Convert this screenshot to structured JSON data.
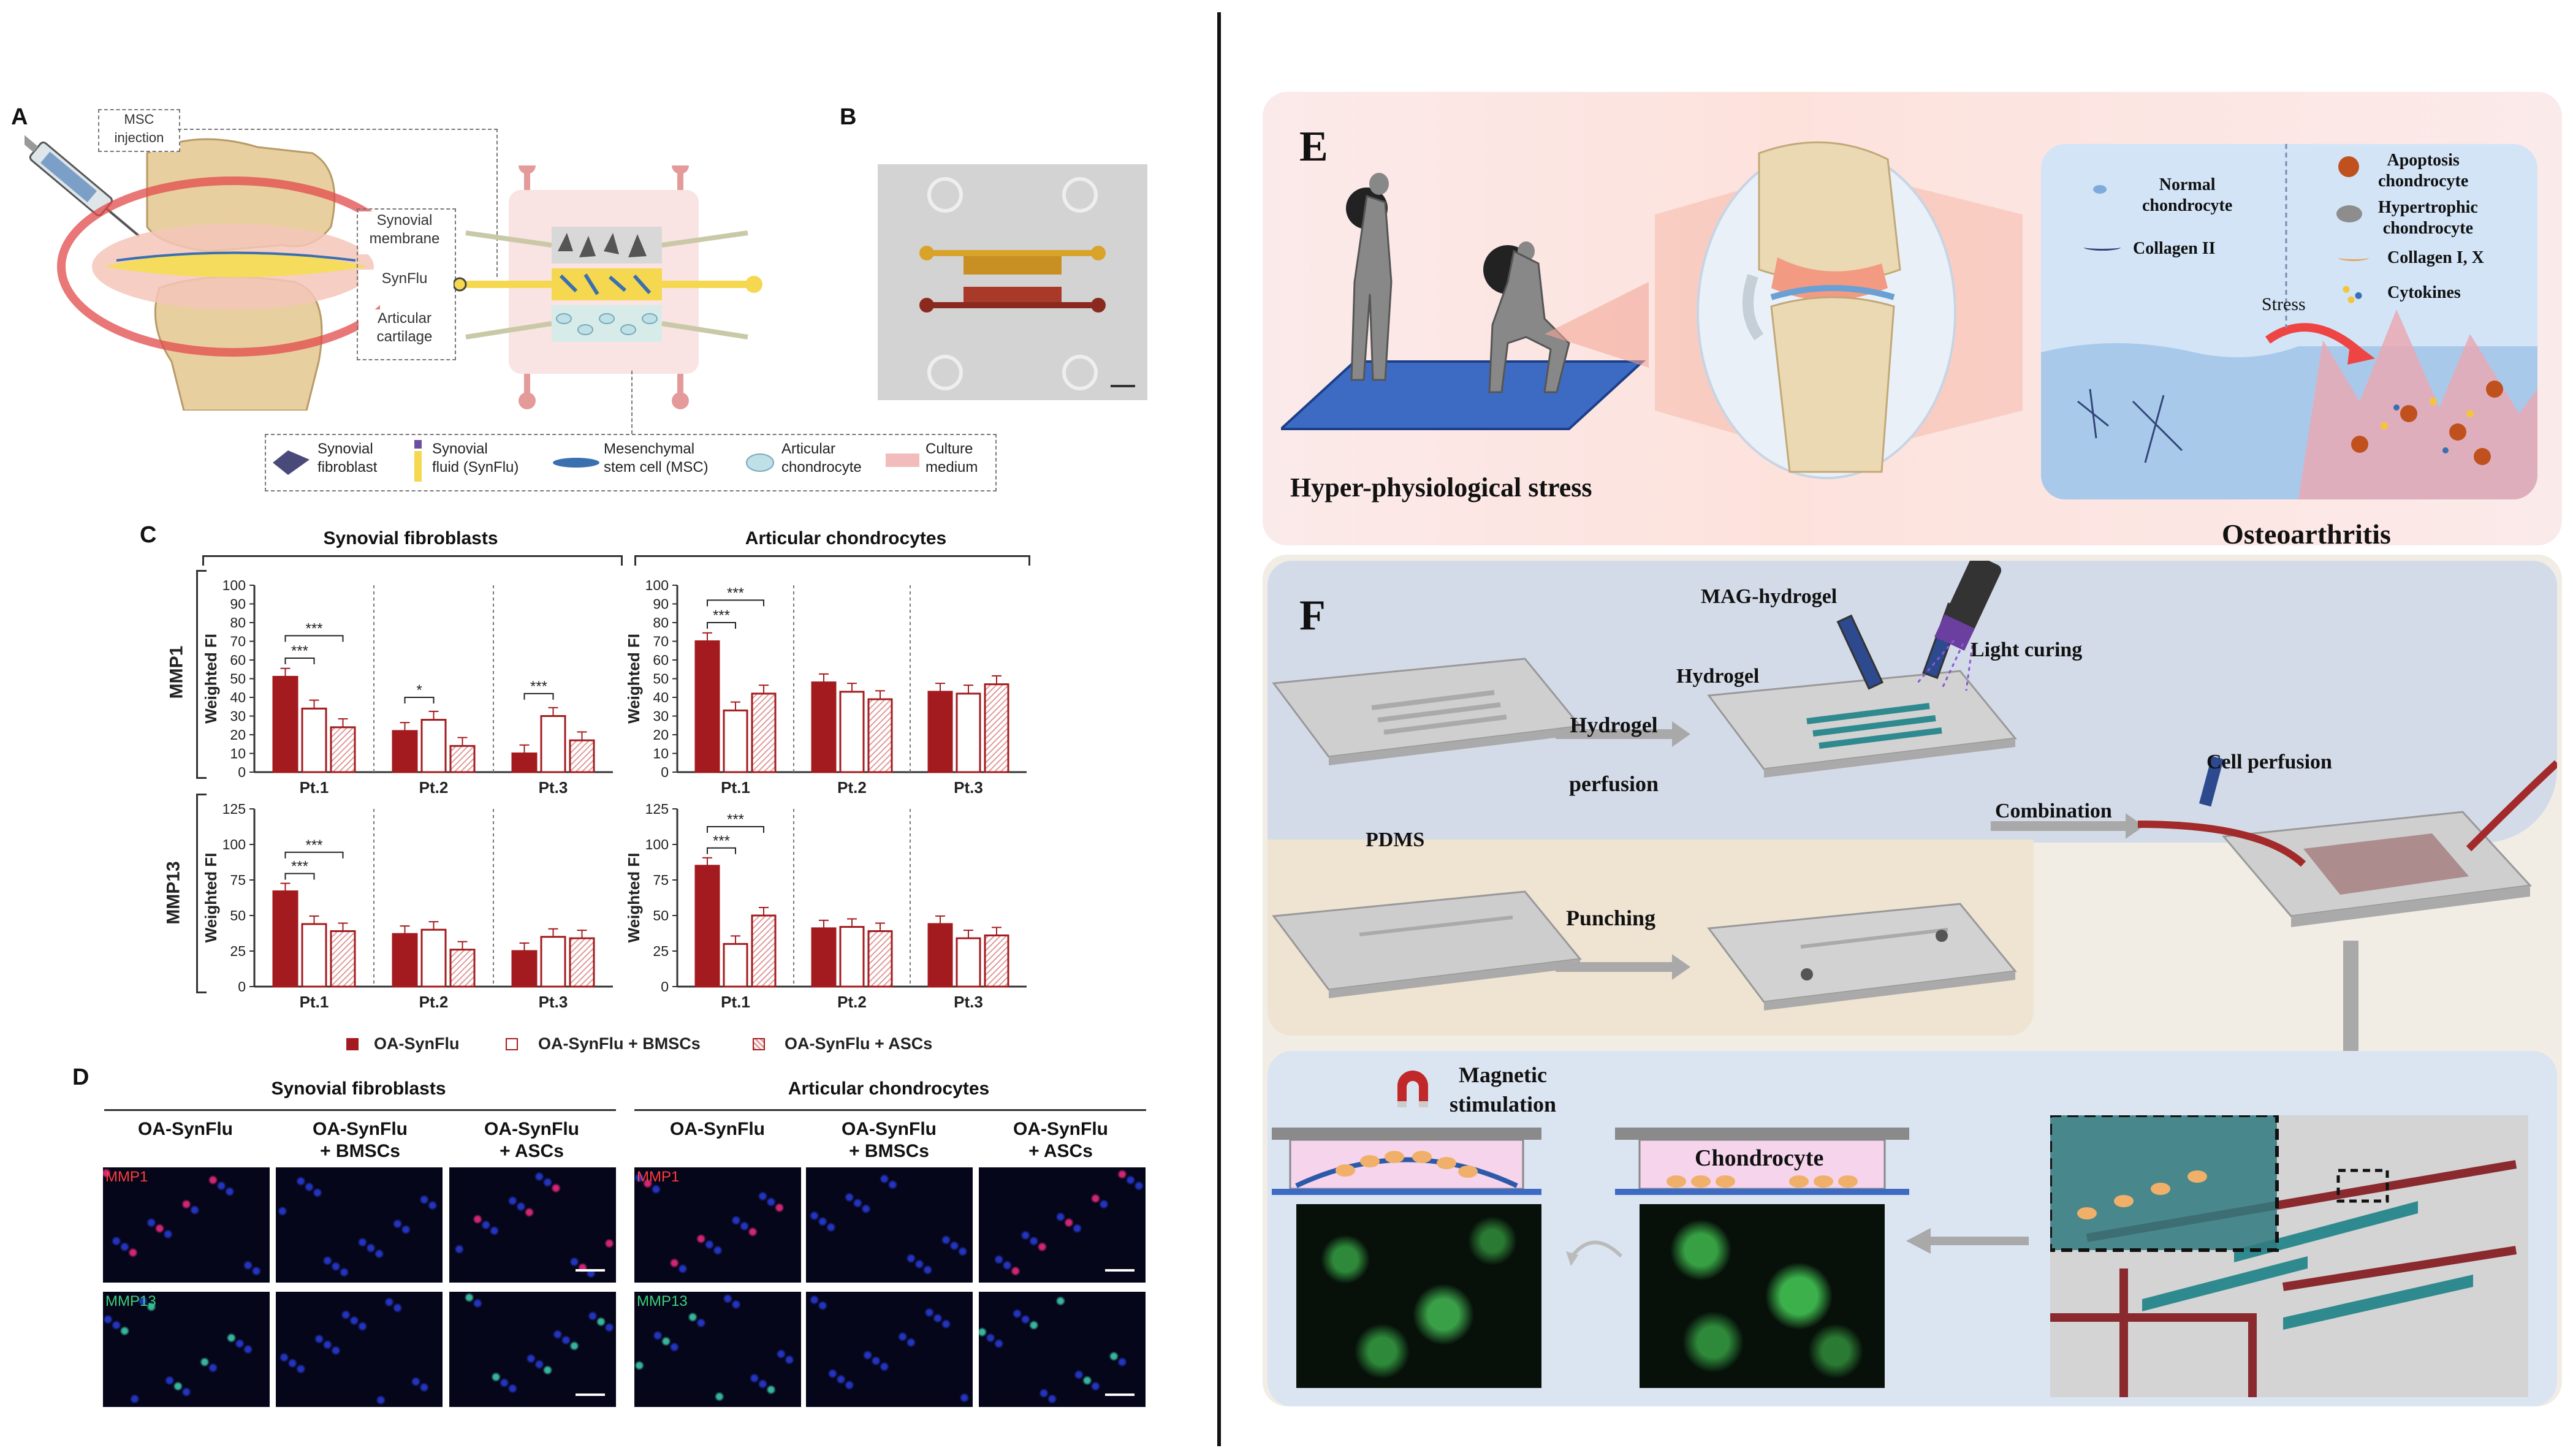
{
  "panel_A": {
    "label": "A",
    "msc_injection": "MSC\ninjection",
    "synovial_membrane": "Synovial\nmembrane",
    "synflu": "SynFlu",
    "articular_cartilage": "Articular\ncartilage",
    "legend": [
      {
        "name": "Synovial\nfibroblast"
      },
      {
        "name": "Synovial\nfluid (SynFlu)"
      },
      {
        "name": "Mesenchymal\nstem cell (MSC)"
      },
      {
        "name": "Articular\nchondrocyte"
      },
      {
        "name": "Culture\nmedium"
      }
    ]
  },
  "panel_B": {
    "label": "B"
  },
  "panel_C": {
    "label": "C",
    "group_titles": [
      "Synovial fibroblasts",
      "Articular chondrocytes"
    ],
    "row_labels": [
      "MMP1",
      "MMP13"
    ],
    "legend": [
      "OA-SynFlu",
      "OA-SynFlu + BMSCs",
      "OA-SynFlu + ASCs"
    ]
  },
  "chart_data": [
    {
      "type": "bar",
      "title": "Synovial fibroblasts",
      "row": "MMP1",
      "ylabel": "Weighted FI",
      "ylim": [
        0,
        100
      ],
      "yticks": [
        0,
        10,
        20,
        30,
        40,
        50,
        60,
        70,
        80,
        90,
        100
      ],
      "categories": [
        "Pt.1",
        "Pt.2",
        "Pt.3"
      ],
      "series": [
        {
          "name": "OA-SynFlu",
          "values": [
            51,
            22,
            10
          ]
        },
        {
          "name": "OA-SynFlu + BMSCs",
          "values": [
            34,
            28,
            30
          ]
        },
        {
          "name": "OA-SynFlu + ASCs",
          "values": [
            24,
            14,
            17
          ]
        }
      ],
      "annotations": [
        {
          "text": "***",
          "between": [
            "Pt.1:0",
            "Pt.1:2"
          ]
        },
        {
          "text": "***",
          "between": [
            "Pt.1:0",
            "Pt.1:1"
          ]
        },
        {
          "text": "*",
          "between": [
            "Pt.2:0",
            "Pt.2:1"
          ]
        },
        {
          "text": "***",
          "between": [
            "Pt.3:0",
            "Pt.3:1"
          ]
        }
      ]
    },
    {
      "type": "bar",
      "title": "Articular chondrocytes",
      "row": "MMP1",
      "ylabel": "Weighted FI",
      "ylim": [
        0,
        100
      ],
      "yticks": [
        0,
        10,
        20,
        30,
        40,
        50,
        60,
        70,
        80,
        90,
        100
      ],
      "categories": [
        "Pt.1",
        "Pt.2",
        "Pt.3"
      ],
      "series": [
        {
          "name": "OA-SynFlu",
          "values": [
            70,
            48,
            43
          ]
        },
        {
          "name": "OA-SynFlu + BMSCs",
          "values": [
            33,
            43,
            42
          ]
        },
        {
          "name": "OA-SynFlu + ASCs",
          "values": [
            42,
            39,
            47
          ]
        }
      ],
      "annotations": [
        {
          "text": "***",
          "between": [
            "Pt.1:0",
            "Pt.1:2"
          ]
        },
        {
          "text": "***",
          "between": [
            "Pt.1:0",
            "Pt.1:1"
          ]
        }
      ]
    },
    {
      "type": "bar",
      "title": "Synovial fibroblasts",
      "row": "MMP13",
      "ylabel": "Weighted FI",
      "ylim": [
        0,
        125
      ],
      "yticks": [
        0,
        25,
        50,
        75,
        100,
        125
      ],
      "categories": [
        "Pt.1",
        "Pt.2",
        "Pt.3"
      ],
      "series": [
        {
          "name": "OA-SynFlu",
          "values": [
            67,
            37,
            25
          ]
        },
        {
          "name": "OA-SynFlu + BMSCs",
          "values": [
            44,
            40,
            35
          ]
        },
        {
          "name": "OA-SynFlu + ASCs",
          "values": [
            39,
            26,
            34
          ]
        }
      ],
      "annotations": [
        {
          "text": "***",
          "between": [
            "Pt.1:0",
            "Pt.1:2"
          ]
        },
        {
          "text": "***",
          "between": [
            "Pt.1:0",
            "Pt.1:1"
          ]
        }
      ]
    },
    {
      "type": "bar",
      "title": "Articular chondrocytes",
      "row": "MMP13",
      "ylabel": "Weighted FI",
      "ylim": [
        0,
        125
      ],
      "yticks": [
        0,
        25,
        50,
        75,
        100,
        125
      ],
      "categories": [
        "Pt.1",
        "Pt.2",
        "Pt.3"
      ],
      "series": [
        {
          "name": "OA-SynFlu",
          "values": [
            85,
            41,
            44
          ]
        },
        {
          "name": "OA-SynFlu + BMSCs",
          "values": [
            30,
            42,
            34
          ]
        },
        {
          "name": "OA-SynFlu + ASCs",
          "values": [
            50,
            39,
            36
          ]
        }
      ],
      "annotations": [
        {
          "text": "***",
          "between": [
            "Pt.1:0",
            "Pt.1:2"
          ]
        },
        {
          "text": "***",
          "between": [
            "Pt.1:0",
            "Pt.1:1"
          ]
        }
      ]
    }
  ],
  "panel_D": {
    "label": "D",
    "group_titles": [
      "Synovial fibroblasts",
      "Articular chondrocytes"
    ],
    "columns": [
      "OA-SynFlu",
      "OA-SynFlu\n+ BMSCs",
      "OA-SynFlu\n+ ASCs",
      "OA-SynFlu",
      "OA-SynFlu\n+ BMSCs",
      "OA-SynFlu\n+ ASCs"
    ],
    "row_tags": [
      "MMP1",
      "MMP13"
    ]
  },
  "panel_E": {
    "label": "E",
    "caption_left": "Hyper-physiological stress",
    "caption_right": "Osteoarthritis",
    "legend_left": [
      "Normal\nchondrocyte",
      "Collagen II"
    ],
    "legend_right": [
      "Apoptosis\nchondrocyte",
      "Hypertrophic\nchondrocyte",
      "Collagen I, X",
      "Cytokines"
    ],
    "stress": "Stress"
  },
  "panel_F": {
    "label": "F",
    "mag_hydrogel": "MAG-hydrogel",
    "hydrogel": "Hydrogel",
    "light_curing": "Light curing",
    "hydrogel_perfusion": "Hydrogel\nperfusion",
    "cell_perfusion": "Cell perfusion",
    "combination": "Combination",
    "pdms": "PDMS",
    "punching": "Punching",
    "magnetic_stimulation": "Magnetic\nstimulation",
    "chondrocyte": "Chondrocyte"
  },
  "colors": {
    "red": "#a31b1e",
    "light_red": "#d98a8a",
    "divider": "#111111"
  }
}
